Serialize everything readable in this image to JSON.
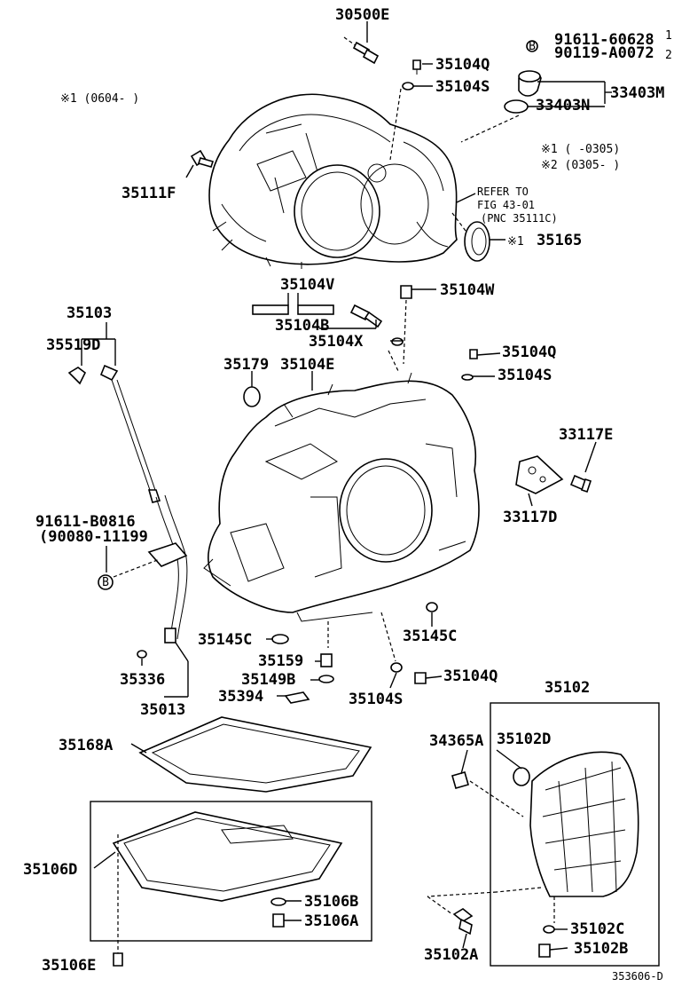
{
  "labels": {
    "p30500E": "30500E",
    "p91611_60628": "91611-60628",
    "p90119_A0072": "90119-A0072",
    "sup1": "1",
    "sup2": "2",
    "circle_b_top": "B",
    "p35104Q_a": "35104Q",
    "p35104S_a": "35104S",
    "p33403M": "33403M",
    "p33403N": "33403N",
    "note1_top": "※1 (0604-    )",
    "note1_right": "※1 (    -0305)",
    "note2_right": "※2 (0305-    )",
    "p35111F": "35111F",
    "refer1": "REFER TO",
    "refer2": "FIG 43-01",
    "refer3": "(PNC 35111C)",
    "mark_35165": "※1",
    "p35165": "35165",
    "p35104V": "35104V",
    "p35104W": "35104W",
    "p35103": "35103",
    "p35104B": "35104B",
    "p35104X": "35104X",
    "p35519D": "35519D",
    "p35104Q_b": "35104Q",
    "p35179": "35179",
    "p35104E": "35104E",
    "p35104S_b": "35104S",
    "p33117E": "33117E",
    "p33117D": "33117D",
    "p91611_B0816": "91611-B0816",
    "p90080_11199": "(90080-11199",
    "circle_b_left": "B",
    "p35145C_a": "35145C",
    "p35145C_b": "35145C",
    "p35159": "35159",
    "p35149B": "35149B",
    "p35336": "35336",
    "p35104Q_c": "35104Q",
    "p35394": "35394",
    "p35104S_c": "35104S",
    "p35013": "35013",
    "p35102": "35102",
    "p35168A": "35168A",
    "p34365A": "34365A",
    "p35102D": "35102D",
    "p35106D": "35106D",
    "p35106B": "35106B",
    "p35106A": "35106A",
    "p35102C": "35102C",
    "p35106E": "35106E",
    "p35102A": "35102A",
    "p35102B": "35102B",
    "fig_id": "353606-D"
  }
}
